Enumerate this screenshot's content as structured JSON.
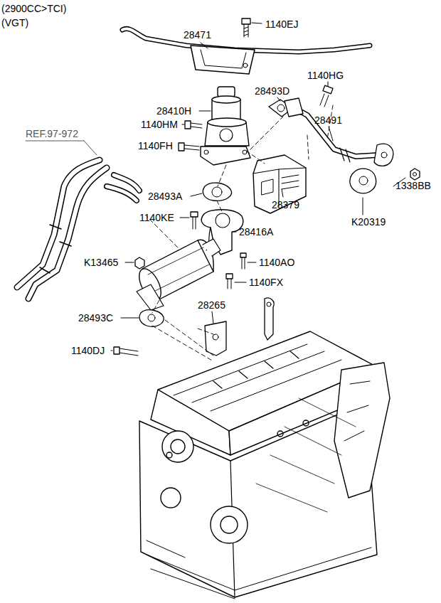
{
  "diagram": {
    "labels": [
      "(2900CC>TCI)",
      "(VGT)",
      "28471",
      "1140EJ",
      "1140HG",
      "28493D",
      "28410H",
      "28491",
      "1140HM",
      "REF.97-972",
      "1140FH",
      "1338BB",
      "28493A",
      "28379",
      "1140KE",
      "K20319",
      "28416A",
      "K13465",
      "1140AO",
      "1140FX",
      "28265",
      "28493C",
      "1140DJ"
    ]
  }
}
